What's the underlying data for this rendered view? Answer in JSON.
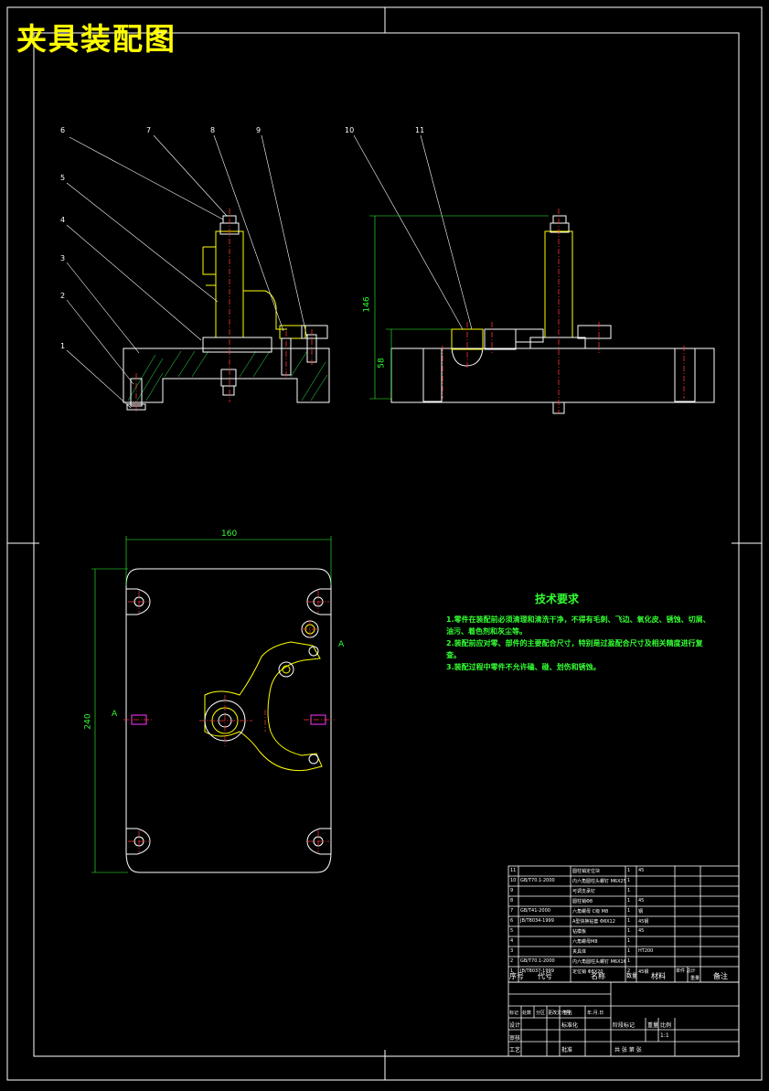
{
  "drawing": {
    "title": "夹具装配图",
    "leaders_top": [
      "6",
      "7",
      "8",
      "9",
      "10",
      "11"
    ],
    "leaders_left": [
      "5",
      "4",
      "3",
      "2",
      "1"
    ],
    "dims": {
      "d146": "146",
      "d58": "58",
      "d160": "160",
      "d240": "240",
      "view_a": "A",
      "view_a2": "A"
    }
  },
  "tech": {
    "title": "技术要求",
    "lines": [
      "1.零件在装配前必须清理和清洗干净，不得有毛刺、飞边、氧化皮、锈蚀、切屑、",
      "油污、着色剂和灰尘等。",
      "2.装配前应对零、部件的主要配合尺寸，特别是过盈配合尺寸及相关精度进行复",
      "查。",
      "3.装配过程中零件不允许磕、碰、划伤和锈蚀。"
    ]
  },
  "bom": {
    "rows": [
      [
        "11",
        "",
        "圆柱销定位块",
        "1",
        "45"
      ],
      [
        "10",
        "GB/T70.1-2000",
        "内六角圆柱头螺钉 M6X25",
        "1",
        ""
      ],
      [
        "9",
        "",
        "可调支承钉",
        "1",
        ""
      ],
      [
        "8",
        "",
        "圆柱销Φ8",
        "1",
        "45"
      ],
      [
        "7",
        "GB/T41-2000",
        "六角螺母 C级 M8",
        "1",
        "钢"
      ],
      [
        "6",
        "JB/T8034-1999",
        "A型快换钻套 Φ8X12",
        "1",
        "45钢"
      ],
      [
        "5",
        "",
        "钻模板",
        "1",
        "45"
      ],
      [
        "4",
        "",
        "六角螺母M8",
        "1",
        ""
      ],
      [
        "3",
        "",
        "夹具体",
        "1",
        "HT200"
      ],
      [
        "2",
        "GB/T70.1-2000",
        "内六角圆柱头螺钉 M6X16",
        "1",
        ""
      ],
      [
        "1",
        "JB/T8037-1999",
        "定位销 Φ8X20",
        "2",
        "45钢"
      ]
    ],
    "header": {
      "seq": "序号",
      "code": "代号",
      "name": "名称",
      "qty": "数量",
      "mat": "材料",
      "wt": "单件 总计",
      "wt2": "重量",
      "note": "备注"
    }
  },
  "titleblock": {
    "mark": "标记",
    "count": "处数",
    "zone": "分区",
    "docno": "更改文件号",
    "sign": "签名",
    "date": "年.月.日",
    "design": "设计",
    "std": "标准化",
    "stage": "阶段标记",
    "weight": "重量",
    "ratio": "比例",
    "scale": "1:1",
    "review": "审核",
    "process": "工艺",
    "approve": "批准",
    "sheets": "共 张 第 张"
  }
}
